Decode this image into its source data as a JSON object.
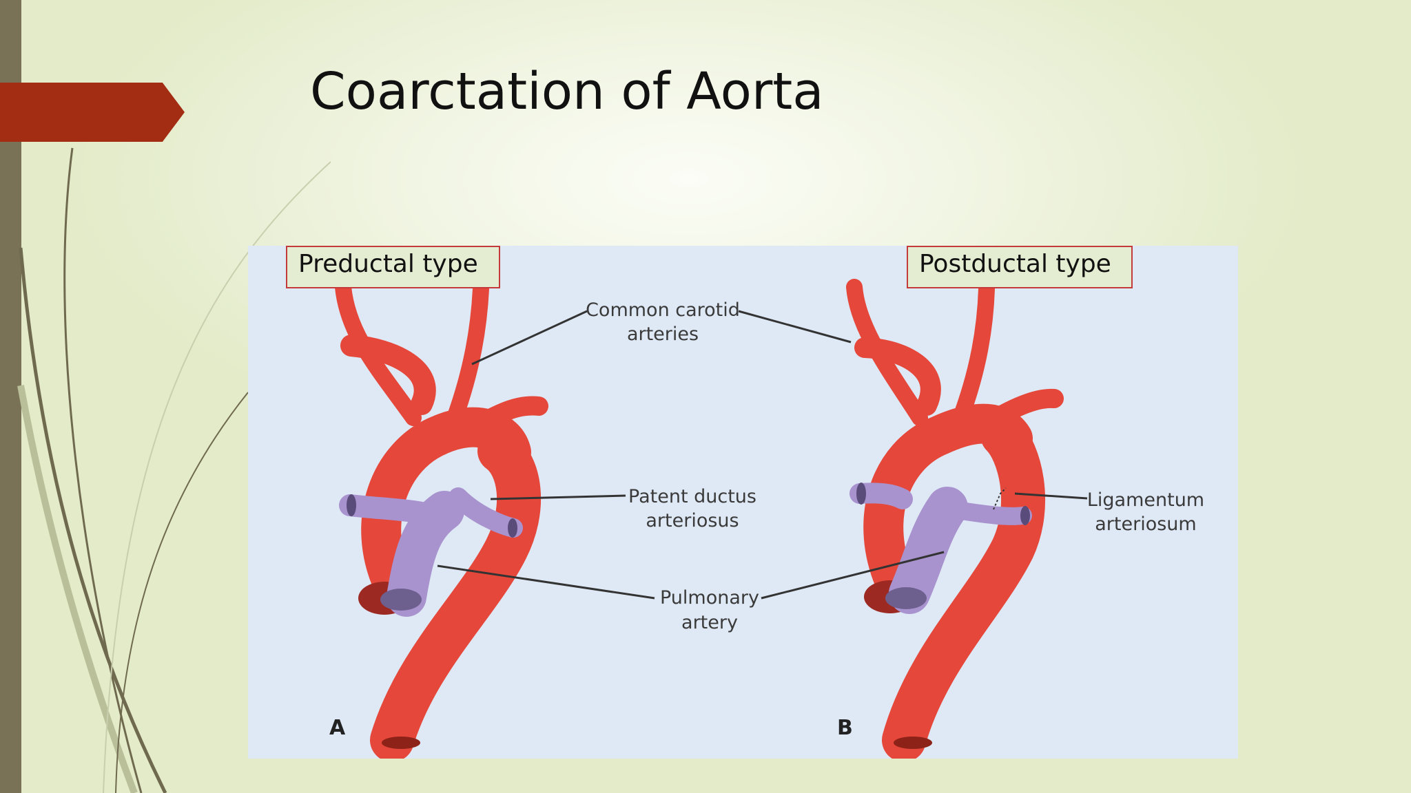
{
  "slide": {
    "title": "Coarctation of Aorta",
    "accent_color": "#a32d13",
    "bar_color": "#7a7257"
  },
  "figure": {
    "label_preductal": "Preductal type",
    "label_postductal": "Postductal type",
    "annotations": {
      "carotid_line1": "Common carotid",
      "carotid_line2": "arteries",
      "ductus_line1": "Patent ductus",
      "ductus_line2": "arteriosus",
      "pulmonary_line1": "Pulmonary",
      "pulmonary_line2": "artery",
      "ligamentum_line1": "Ligamentum",
      "ligamentum_line2": "arteriosum"
    },
    "panel_a": "A",
    "panel_b": "B",
    "colors": {
      "aorta": "#e5473a",
      "pulmonary": "#a893cf"
    }
  }
}
